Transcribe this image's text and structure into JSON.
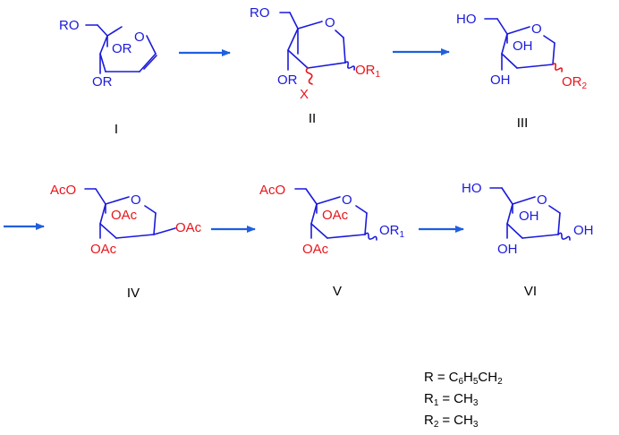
{
  "colors": {
    "bond": "#1a1adb",
    "substituent_red": "#e8151b",
    "arrow": "#1f5fe0",
    "text_black": "#000000"
  },
  "compounds": {
    "I": {
      "label": "I",
      "ro": "RO",
      "or_top": "OR",
      "or_bottom": "OR"
    },
    "II": {
      "label": "II",
      "ro": "RO",
      "or_bottom": "OR",
      "or1": "OR",
      "or1_sub": "1",
      "x": "X"
    },
    "III": {
      "label": "III",
      "ho": "HO",
      "oh_top": "OH",
      "oh_bottom": "OH",
      "or2": "OR",
      "or2_sub": "2"
    },
    "IV": {
      "label": "IV",
      "aco": "AcO",
      "oac_top": "OAc",
      "oac_bottom": "OAc",
      "oac_anomeric": "OAc"
    },
    "V": {
      "label": "V",
      "aco": "AcO",
      "oac_top": "OAc",
      "oac_bottom": "OAc",
      "or1": "OR",
      "or1_sub": "1"
    },
    "VI": {
      "label": "VI",
      "ho": "HO",
      "oh_top": "OH",
      "oh_bottom": "OH",
      "oh_anomeric": "OH"
    }
  },
  "ring_oxygen": "O",
  "legend": {
    "r": {
      "lhs": "R",
      "rhs_a": "C",
      "sub_a": "6",
      "rhs_b": "H",
      "sub_b": "5",
      "rhs_c": "CH",
      "sub_c": "2",
      "eq": "="
    },
    "r1": {
      "lhs": "R",
      "lhs_sub": "1",
      "rhs_a": "CH",
      "sub_a": "3",
      "eq": "="
    },
    "r2": {
      "lhs": "R",
      "lhs_sub": "2",
      "rhs_a": "CH",
      "sub_a": "3",
      "eq": "="
    }
  }
}
